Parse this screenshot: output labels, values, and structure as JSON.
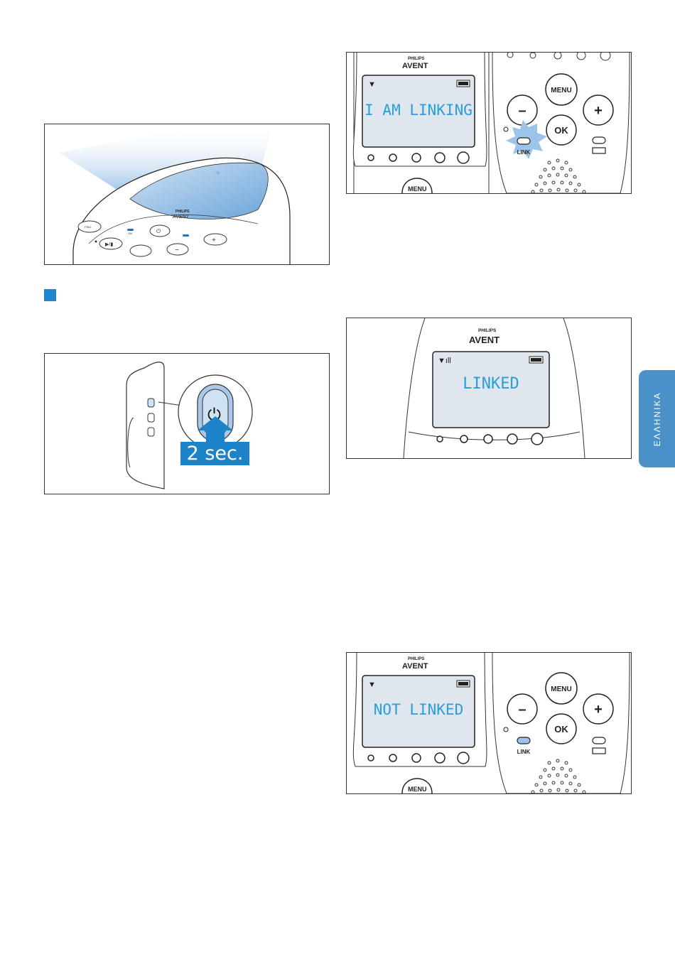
{
  "brand": {
    "philips": "PHILIPS",
    "avent": "AVENT"
  },
  "lcd": {
    "linking": "I AM LINKING",
    "linked": "LINKED",
    "not_linked": "NOT LINKED"
  },
  "buttons": {
    "menu": "MENU",
    "ok": "OK",
    "minus": "–",
    "plus": "+",
    "link": "LINK",
    "find": "FIND",
    "on": "ON"
  },
  "power_hint": "2 sec.",
  "side_tab": "ΕΛΛΗΝΙΚΑ",
  "colors": {
    "accent": "#1d83c9",
    "tab": "#4a91c9",
    "lcd_text": "#2a9fd6",
    "lcd_bg": "#dfe6ee",
    "glow": "#9cc4e8"
  }
}
